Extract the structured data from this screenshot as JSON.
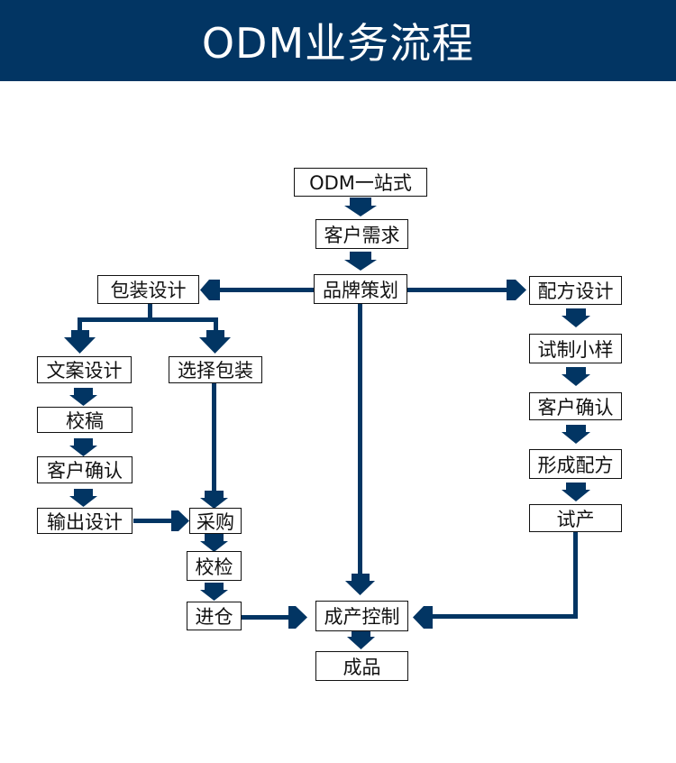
{
  "header": {
    "title": "ODM业务流程"
  },
  "colors": {
    "header_bg": "#023563",
    "connector": "#023563",
    "node_border": "#111111",
    "text": "#111111"
  },
  "nodes": {
    "odm": "ODM一站式",
    "demand": "客户需求",
    "brand": "品牌策划",
    "pack_design": "包装设计",
    "formula_design": "配方设计",
    "copy_design": "文案设计",
    "select_pack": "选择包装",
    "proofread": "校稿",
    "copy_confirm": "客户确认",
    "output_design": "输出设计",
    "purchase": "采购",
    "inspect": "校检",
    "warehouse": "进仓",
    "trial_sample": "试制小样",
    "formula_confirm": "客户确认",
    "final_formula": "形成配方",
    "trial_prod": "试产",
    "prod_control": "成产控制",
    "product": "成品"
  },
  "edges": [
    [
      "odm",
      "demand"
    ],
    [
      "demand",
      "brand"
    ],
    [
      "brand",
      "pack_design"
    ],
    [
      "brand",
      "formula_design"
    ],
    [
      "brand",
      "prod_control"
    ],
    [
      "pack_design",
      "copy_design"
    ],
    [
      "pack_design",
      "select_pack"
    ],
    [
      "copy_design",
      "proofread"
    ],
    [
      "proofread",
      "copy_confirm"
    ],
    [
      "copy_confirm",
      "output_design"
    ],
    [
      "output_design",
      "purchase"
    ],
    [
      "select_pack",
      "purchase"
    ],
    [
      "purchase",
      "inspect"
    ],
    [
      "inspect",
      "warehouse"
    ],
    [
      "warehouse",
      "prod_control"
    ],
    [
      "formula_design",
      "trial_sample"
    ],
    [
      "trial_sample",
      "formula_confirm"
    ],
    [
      "formula_confirm",
      "final_formula"
    ],
    [
      "final_formula",
      "trial_prod"
    ],
    [
      "trial_prod",
      "prod_control"
    ],
    [
      "prod_control",
      "product"
    ]
  ]
}
